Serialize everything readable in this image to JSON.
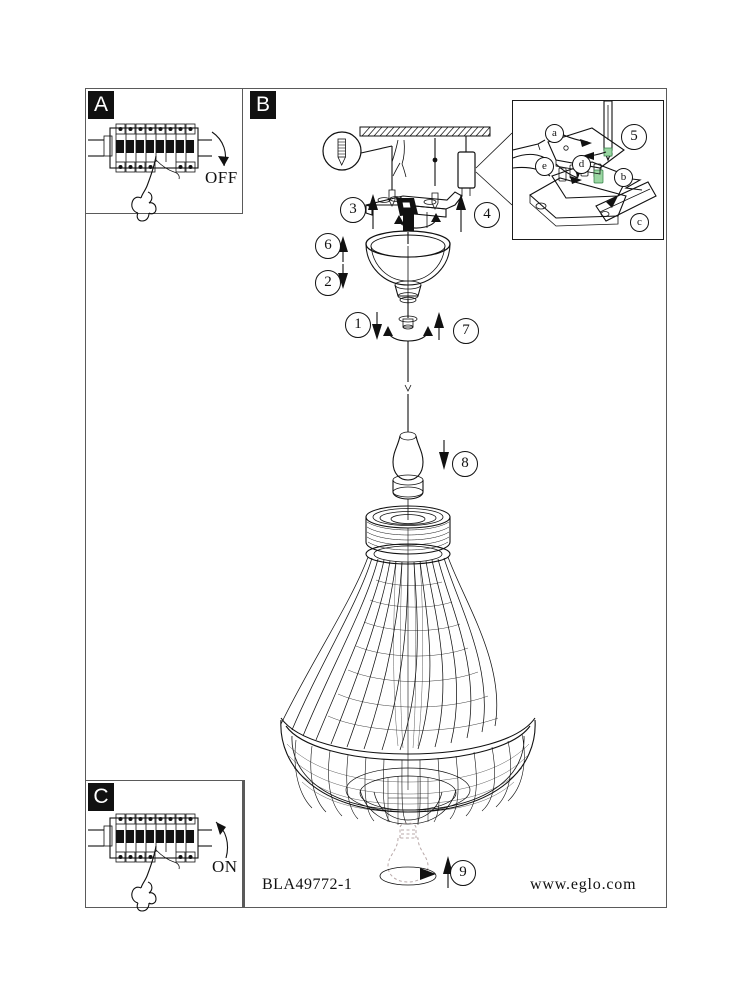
{
  "document": {
    "type": "lighting-installation-instruction-sheet",
    "brand": "EGLO",
    "product_code": "BLA49772-1",
    "website": "www.eglo.com",
    "product": "rattan teardrop pendant lamp"
  },
  "panels": [
    {
      "id": "A",
      "label": "A",
      "action_text": "OFF",
      "description": "switch circuit breaker off"
    },
    {
      "id": "B",
      "label": "B",
      "description": "main assembly view"
    },
    {
      "id": "C",
      "label": "C",
      "action_text": "ON",
      "description": "switch circuit breaker on"
    }
  ],
  "steps": [
    {
      "number": "1",
      "direction": "down"
    },
    {
      "number": "2",
      "direction": "down"
    },
    {
      "number": "3",
      "direction": "up"
    },
    {
      "number": "4",
      "direction": "up"
    },
    {
      "number": "5",
      "direction": "detail"
    },
    {
      "number": "6",
      "direction": "up"
    },
    {
      "number": "7",
      "direction": "up"
    },
    {
      "number": "8",
      "direction": "down"
    },
    {
      "number": "9",
      "direction": "up-rotate"
    }
  ],
  "detail_callout": {
    "number": "5",
    "sub_labels": [
      "a",
      "b",
      "c",
      "d",
      "e"
    ],
    "description": "terminal block wiring detail with screwdriver"
  },
  "footer": {
    "code": "BLA49772-1",
    "url": "www.eglo.com",
    "bulb_step": "9"
  },
  "colors": {
    "line": "#111111",
    "frame": "#5a5a5a",
    "tag_bg": "#111111",
    "tag_fg": "#ffffff",
    "highlight_green": "#9ad6a2",
    "bulb_tint": "#b9a9a9"
  }
}
